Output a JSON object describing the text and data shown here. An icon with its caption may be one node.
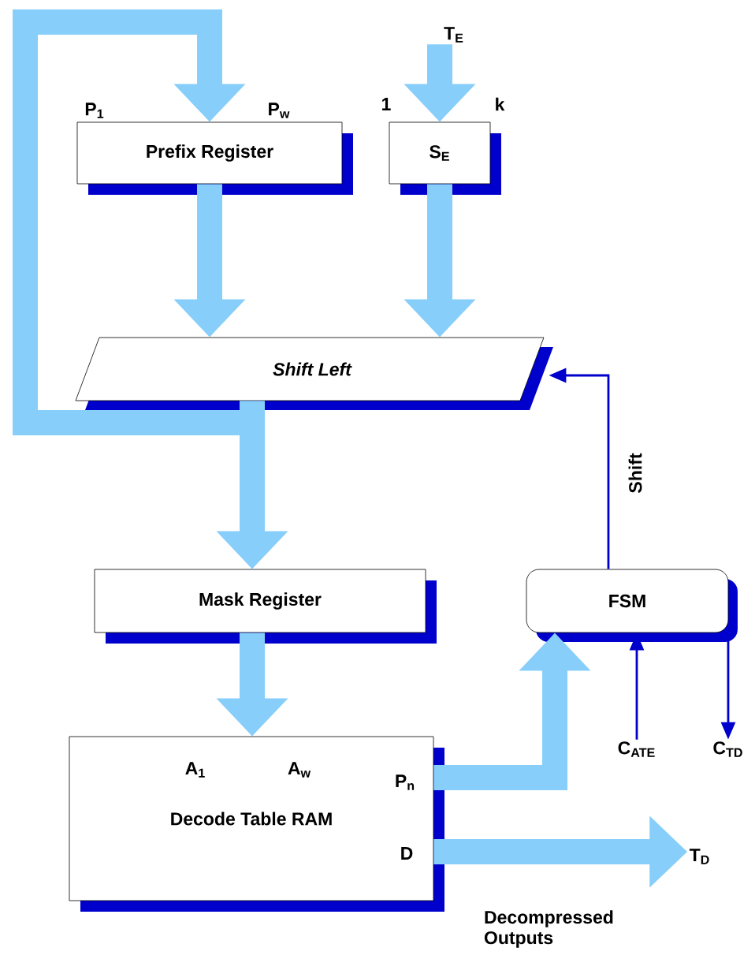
{
  "diagram": {
    "nodes": [
      {
        "text": [
          "T$_{E}$"
        ]
      },
      {
        "text": [
          "Prefix Register"
        ],
        "beside": [
          "P$_{1}$",
          "P$_{w}$"
        ]
      },
      {
        "text": [
          "S$_{E}$"
        ],
        "beside": [
          "1",
          "k"
        ]
      },
      {
        "text": [
          "Shift Left"
        ]
      },
      {
        "text": [
          "Mask Register"
        ]
      },
      {
        "text": [
          "FSM"
        ]
      },
      {
        "text": [
          "Decode Table RAM"
        ]
      },
      {
        "text": [
          "C$_{ATE}$"
        ]
      },
      {
        "text": [
          "C$_{TD}$"
        ]
      },
      {
        "text": [
          "T$_{D}$"
        ]
      }
    ],
    "edges": [
      {
        "from": 0,
        "to": 2,
        "arrow": "to"
      },
      {
        "from": 1,
        "to": 3,
        "arrow": "to"
      },
      {
        "from": 2,
        "to": 3,
        "arrow": "to"
      },
      {
        "from": 3,
        "to": 1,
        "arrow": "to"
      },
      {
        "from": 3,
        "to": 4,
        "arrow": "to"
      },
      {
        "from": 4,
        "to": 6,
        "arrow": "to"
      },
      {
        "from": 6,
        "to": 5,
        "arrow": "to"
      },
      {
        "from": 6,
        "to": 9,
        "arrow": "to"
      },
      {
        "from": 5,
        "to": 3,
        "arrow": "to",
        "label": "Shift",
        "color": "#0000cc"
      },
      {
        "from": 7,
        "to": 5,
        "arrow": "to",
        "color": "#0000cc"
      },
      {
        "from": 5,
        "to": 8,
        "arrow": "to",
        "color": "#0000cc"
      }
    ],
    "labels": [
      "A$_{1}$",
      "A$_{w}$",
      "P$_{n}$",
      "D",
      "Decompressed Outputs"
    ]
  }
}
